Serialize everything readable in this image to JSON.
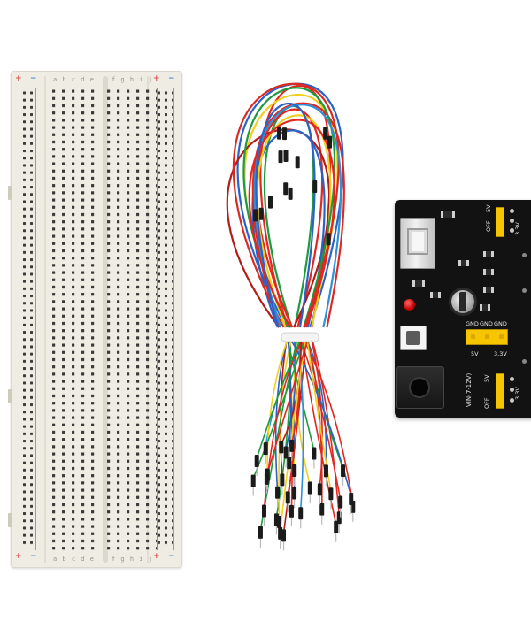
{
  "breadboard": {
    "top_letters_left": "a b c d e",
    "top_letters_right": "f g h i j",
    "bottom_letters_left": "a b c d e",
    "bottom_letters_right": "f g h i j",
    "plus_sign": "+",
    "minus_sign": "−",
    "rail_red": "#e06b6b",
    "rail_blue": "#6aa9dd",
    "body_color": "#efece3"
  },
  "wires": {
    "colors": [
      "#e3261f",
      "#2a62c9",
      "#f2cf1d",
      "#1d9b3f",
      "#e3261f",
      "#b31c17",
      "#2a62c9",
      "#f2cf1d",
      "#e3261f",
      "#1d9b3f",
      "#d92b22",
      "#2f8fd8"
    ],
    "tie_color": "#f2f2f2",
    "plug_color": "#1b1b1b",
    "pin_color": "#b9b9b9"
  },
  "power_module": {
    "label_5v_top": "5V",
    "label_off_top": "OFF",
    "label_33v_top": "3.3V",
    "label_gnd_1": "GND",
    "label_gnd_2": "GND",
    "label_gnd_3": "GND",
    "label_5v_mid": "5V",
    "label_33v_mid": "3.3V",
    "label_vin": "VIN(7-12V)",
    "label_5v_bot": "5V",
    "label_off_bot": "OFF",
    "label_33v_bot": "3.3V",
    "header_color": "#f6c500",
    "led_color": "#d40000"
  }
}
